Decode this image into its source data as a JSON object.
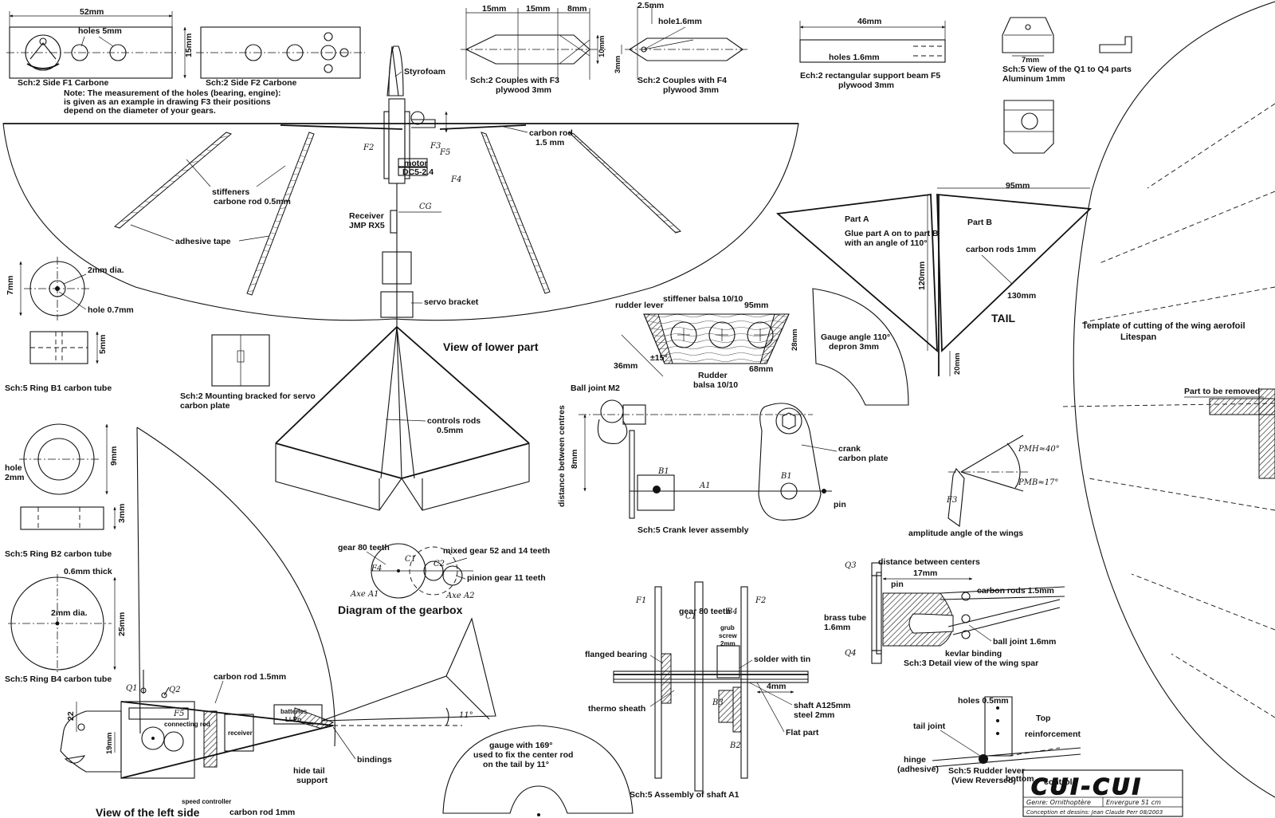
{
  "labels": {
    "f1_dim": "52mm",
    "f1_holes": "holes 5mm",
    "f1_h": "15mm",
    "f1_cap": "Sch:2 Side F1 Carbone",
    "f2_cap": "Sch:2 Side F2 Carbone",
    "note1": "Note: The measurement of the holes (bearing, engine):",
    "note2": "is given as an example in drawing F3 their positions",
    "note3": "depend on the diameter of your gears.",
    "f3_d1": "15mm",
    "f3_d2": "15mm",
    "f3_d3": "8mm",
    "f3_h": "10mm",
    "f3_cap1": "Sch:2 Couples with F3",
    "f3_cap2": "plywood 3mm",
    "f4_d1": "2.5mm",
    "f4_hole": "hole1.6mm",
    "f4_h": "3mm",
    "f4_cap1": "Sch:2 Couples with F4",
    "f4_cap2": "plywood 3mm",
    "f5_dim": "46mm",
    "f5_holes": "holes 1.6mm",
    "f5_cap1": "Ech:2 rectangular support beam F5",
    "f5_cap2": "plywood 3mm",
    "q_dim": "7mm",
    "q_cap1": "Sch:5 View of the Q1 to Q4 parts",
    "q_cap2": "Aluminum 1mm",
    "styrofoam": "Styrofoam",
    "carbon_rod": "carbon rod",
    "carbon_rod_d": "1.5 mm",
    "lbl_f2": "F2",
    "lbl_f3": "F3",
    "lbl_f5": "F5",
    "lbl_f4": "F4",
    "motor": "motor",
    "motor_type": "DC5-2.4",
    "lbl_cg": "CG",
    "receiver": "Receiver",
    "receiver_type": "JMP RX5",
    "stiffeners": "stiffeners",
    "stiffeners_d": "carbone rod 0.5mm",
    "adhesive": "adhesive tape",
    "servo_bracket": "servo bracket",
    "view_lower": "View of lower part",
    "controls_rods": "controls rods",
    "controls_d": "0.5mm",
    "b1_dia": "2mm dia.",
    "b1_h": "7mm",
    "b1_hole": "hole 0.7mm",
    "b1_w": "5mm",
    "b1_cap": "Sch:5 Ring B1  carbon tube",
    "mount_cap1": "Sch:2 Mounting bracked for servo",
    "mount_cap2": "carbon plate",
    "b2_hole": "hole",
    "b2_hole_d": "2mm",
    "b2_h": "9mm",
    "b2_w": "3mm",
    "b2_cap": "Sch:5 Ring B2  carbon tube",
    "b4_thick": "0.6mm thick",
    "b4_dia": "2mm dia.",
    "b4_h": "25mm",
    "b4_cap": "Sch:5 Ring B4  carbon tube",
    "tail_95": "95mm",
    "part_a": "Part A",
    "part_b": "Part B",
    "glue1": "Glue part A on to part B",
    "glue2": "with an angle of 110°",
    "tail_rods": "carbon rods  1mm",
    "tail_120": "120mm",
    "tail_130": "130mm",
    "tail": "TAIL",
    "tail_20": "20mm",
    "rudder_lever": "rudder lever",
    "stiffener_balsa": "stiffener balsa 10/10",
    "rudder_95": "95mm",
    "rudder_28": "28mm",
    "rudder_36": "36mm",
    "rudder_15": "±15°",
    "rudder_68": "68mm",
    "rudder": "Rudder",
    "rudder_mat": "balsa 10/10",
    "gauge110_1": "Gauge angle 110°",
    "gauge110_2": "depron 3mm",
    "template1": "Template of cutting of the wing aerofoil",
    "template2": "Litespan",
    "removed": "Part to be removed",
    "ball_joint": "Ball joint M2",
    "dist_centres": "distance between centres",
    "crank_8": "8mm",
    "lbl_b1": "B1",
    "lbl_a1": "A1",
    "crank1": "crank",
    "crank2": "carbon plate",
    "pin": "pin",
    "crank_cap": "Sch:5 Crank lever assembly",
    "pmh": "PMH≈40°",
    "pmb": "PMB≈17°",
    "amplitude": "amplitude angle of the wings",
    "gear80": "gear 80 teeth",
    "mixed_gear": "mixed gear 52 and 14 teeth",
    "pinion": "pinion gear 11 teeth",
    "axe_a1": "Axe A1",
    "axe_a2": "Axe A2",
    "lbl_c1": "C1",
    "lbl_c2": "C2",
    "lbl_f4b": "F4",
    "gearbox": "Diagram of the gearbox",
    "q3": "Q3",
    "q4": "Q4",
    "dist_centers": "distance between centers",
    "spar_17": "17mm",
    "spar_pin": "pin",
    "spar_rods": "carbon rods 1.5mm",
    "brass1": "brass tube",
    "brass2": "1.6mm",
    "ball_joint16": "ball joint 1.6mm",
    "kevlar": "kevlar binding",
    "spar_cap": "Sch:3 Detail view of the wing spar",
    "carbon_rod15": "carbon rod 1.5mm",
    "lbl_q1": "Q1",
    "lbl_q2": "Q2",
    "lbl_f5b": "F5",
    "connecting_rod": "connecting rod",
    "batteries1": "batteries",
    "batteries2": "Li-Po",
    "receiver_side": "receiver",
    "dim_22": "22",
    "dim_19": "19mm",
    "bindings": "bindings",
    "hide_tail1": "hide tail",
    "hide_tail2": "support",
    "speed_ctrl": "speed controller",
    "carbon_rod1": "carbon rod 1mm",
    "view_left": "View of the left side",
    "angle_11": "11°",
    "gauge169_1": "gauge with 169°",
    "gauge169_2": "used to fix the center rod",
    "gauge169_3": "on the tail by 11°",
    "shaft_gear80": "gear 80 teeth",
    "shaft_f1": "F1",
    "shaft_f2": "F2",
    "shaft_c1": "C1",
    "shaft_b4": "B4",
    "grub1": "grub",
    "grub2": "screw",
    "grub3": "2mm",
    "flanged": "flanged bearing",
    "solder": "solder with tin",
    "shaft_4": "4mm",
    "thermo": "thermo sheath",
    "shaft_b3": "B3",
    "shaft_b2": "B2",
    "shaft_a1_1": "shaft A125mm",
    "shaft_a1_2": "steel 2mm",
    "flat_part": "Flat part",
    "shaft_cap": "Sch:5 Assembly of shaft A1",
    "holes05": "holes 0.5mm",
    "tail_joint": "tail joint",
    "top": "Top",
    "reinforcement": "reinforcement",
    "hinge1": "hinge",
    "hinge2": "(adhesive)",
    "bottom": "bottom",
    "control": "control",
    "rlever_cap1": "Sch:5 Rudder lever",
    "rlever_cap2": "(View Reversed)"
  },
  "title_block": {
    "name": "CUI-CUI",
    "genre": "Genre: Ornithoptère",
    "span": "Envergure 51 cm",
    "author": "Conception et dessins: Jean Claude Perr 08/2003"
  }
}
